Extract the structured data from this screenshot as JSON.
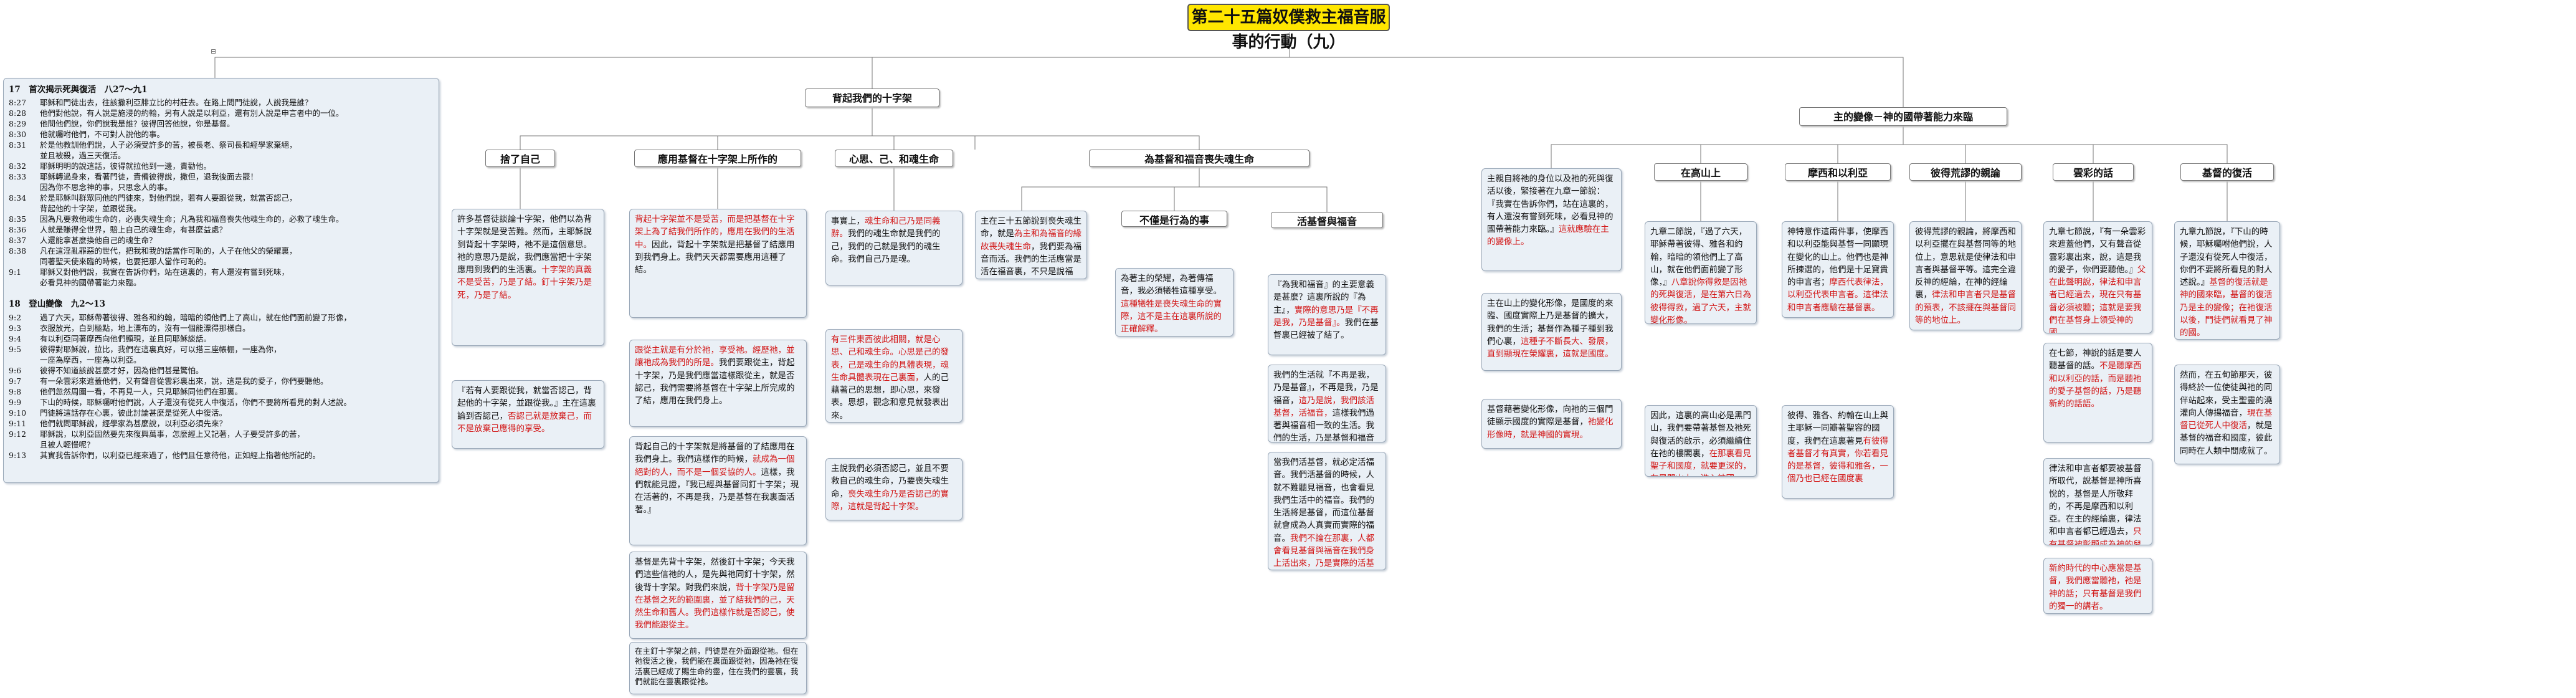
{
  "title": "第二十五篇奴僕救主福音服事的行動（九）",
  "branches": {
    "cross": "背起我們的十字架",
    "transfig": "主的變像－神的國帶著能力來臨"
  },
  "subs": {
    "deny": "捨了自己",
    "apply": "應用基督在十字架上所作的",
    "soul": "心思、己、和魂生命",
    "lose": "為基督和福音喪失魂生命",
    "notsee": "不僅是行為的事",
    "live": "活基督與福音",
    "mountain": "在高山上",
    "mosesElijah": "摩西和以利亞",
    "peter": "彼得荒謬的親論",
    "cloud": "雲彩的話",
    "death": "基督的復活"
  },
  "outline": {
    "sec17": "17　首次揭示死與復活　八27～九1",
    "rows17": [
      [
        "8:27",
        "耶穌和門徒出去，往該撒利亞腓立比的村莊去。在路上問門徒說，人說我是誰？"
      ],
      [
        "8:28",
        "他們對他說，有人說是施浸的約翰，另有人說是以利亞，還有別人說是申言者中的一位。"
      ],
      [
        "8:29",
        "他問他們說，你們說我是誰？彼得回答他說，你是基督。"
      ],
      [
        "8:30",
        "他就囑咐他們，不可對人說他的事。"
      ],
      [
        "8:31",
        "於是他教訓他們說，人子必須受許多的苦，被長老、祭司長和經學家棄絕，"
      ],
      [
        "",
        "並且被殺，過三天復活。"
      ],
      [
        "8:32",
        "耶穌明明的說這話，彼得就拉他到一邊，責勸他。"
      ],
      [
        "8:33",
        "耶穌轉過身來，看著門徒，責備彼得說，撒但，退我後面去罷！"
      ],
      [
        "",
        "因為你不思念神的事，只思念人的事。"
      ],
      [
        "8:34",
        "於是耶穌叫群眾同他的門徒來，對他們說，若有人要跟從我，就當否認己，"
      ],
      [
        "",
        "背起他的十字架，並跟從我。"
      ],
      [
        "8:35",
        "因為凡要救他魂生命的，必喪失魂生命；凡為我和福音喪失他魂生命的，必救了魂生命。"
      ],
      [
        "8:36",
        "人就是賺得全世界，賠上自己的魂生命，有甚麼益處？"
      ],
      [
        "8:37",
        "人還能拿甚麼換他自己的魂生命？"
      ],
      [
        "8:38",
        "凡在這淫亂罪惡的世代，把我和我的話當作可恥的，人子在他父的榮耀裏，"
      ],
      [
        "",
        "同著聖天使來臨的時候，也要把那人當作可恥的。"
      ],
      [
        "9:1",
        "耶穌又對他們說，我實在告訴你們，站在這裏的，有人還沒有嘗到死味，"
      ],
      [
        "",
        "必看見神的國帶著能力來臨。"
      ]
    ],
    "sec18": "18　登山變像　九2～13",
    "rows18": [
      [
        "9:2",
        "過了六天，耶穌帶著彼得、雅各和約翰，暗暗的領他們上了高山，就在他們面前變了形像，"
      ],
      [
        "9:3",
        "衣服放光，白到極點，地上漂布的，沒有一個能漂得那樣白。"
      ],
      [
        "9:4",
        "有以利亞同著摩西向他們顯現，並且同耶穌談話。"
      ],
      [
        "9:5",
        "彼得對耶穌說，拉比，我們在這裏真好，可以搭三座帳棚，一座為你，"
      ],
      [
        "",
        "一座為摩西，一座為以利亞。"
      ],
      [
        "9:6",
        "彼得不知道該說甚麼才好，因為他們甚是驚怕。"
      ],
      [
        "9:7",
        "有一朵雲彩來遮蓋他們，又有聲音從雲彩裏出來，說，這是我的愛子，你們要聽他。"
      ],
      [
        "9:8",
        "他們忽然周圍一看，不再見一人，只見耶穌同他們在那裏。"
      ],
      [
        "9:9",
        "下山的時候，耶穌囑咐他們說，人子還沒有從死人中復活，你們不要將所看見的對人述說。"
      ],
      [
        "9:10",
        "門徒將這話存在心裏，彼此討論甚麼是從死人中復活。"
      ],
      [
        "9:11",
        "他們就問耶穌說，經學家為甚麼說，以利亞必須先來？"
      ],
      [
        "9:12",
        "耶穌說，以利亞固然要先來復興萬事，怎麼經上又記著，人子要受許多的苦，"
      ],
      [
        "",
        "且被人輕慢呢？"
      ],
      [
        "9:13",
        "其實我告訴你們，以利亞已經來過了，他們且任意待他，正如經上指著他所記的。"
      ]
    ]
  },
  "cards": {
    "c1": "許多基督徒談論十字架，他們以為背十字架就是受苦難。然而，主耶穌說到背起十字架時，祂不是這個意思。祂的意思乃是說，我們應當把十字架應用到我們的生活裏。",
    "c1r": "十字架的真義不是受苦，乃是了結。釘十字架乃是死，乃是了結。",
    "c2": "『若有人要跟從我，就當否認己，背起他的十字架，並跟從我。』主在這裏論到否認己，",
    "c2r": "否認己就是放棄己，而不是放棄己應得的享受。",
    "c3r": "背起十字架並不是受苦，而是把基督在十字架上為了結我們所作的，應用在我們的生活中。",
    "c3": "因此，背起十字架就是把基督了結應用到我們身上。我們天天都需要應用這種了結。",
    "c4r": "跟從主就是有分於祂，享受祂。經歷祂，並讓祂成為我們的所是。",
    "c4": "我們要跟從主，背起十字架，乃是我們應當這樣跟從主，就是否認己，我們需要將基督在十字架上所完成的了結，應用在我們身上。",
    "c5": "背起自己的十字架就是將基督的了結應用在我們身上。我們這樣作的時候，",
    "c5r": "就成為一個絕對的人，而不是一個妥協的人。",
    "c5b": "這樣，我們就能見證，『我已經與基督同釘十字架；現在活著的，不再是我，乃是基督在我裏面活著。』",
    "c6": "基督是先背十字架，然後釘十字架；今天我們這些信祂的人，是先與祂同釘十字架，然後背十字架。對我們來說，",
    "c6r": "背十字架乃是留在基督之死的範圍裏，並了結我們的己，天然生命和舊人。我們這樣作就是否認己，使我們能跟從主。",
    "c7": "在主釘十字架之前，門徒是在外面跟從祂。但在祂復活之後，我們能在裏面跟從祂，因為祂在復活裏已經成了賜生命的靈，住在我們的靈裏，我們就能在靈裏跟從祂。",
    "c8": "事實上，",
    "c8r": "魂生命和己乃是同義辭。",
    "c8b": "我們的魂生命就是我們的己，我們的己就是我們的魂生命。我們自己乃是魂。",
    "c9r": "有三件東西彼此相關，就是心思、己和魂生命。心思是己的發表，己是魂生命的具體表現，魂生命具體表現在己裏面，",
    "c9": "人的己藉著己的思想，即心思，來發表。思想，觀念和意見就發表出來。",
    "c10": "主說我們必須否認己，並且不要救自己的魂生命，乃要喪失魂生命，",
    "c10r": "喪失魂生命乃是否認己的實際，這就是背起十字架。",
    "c11": "主在三十五節說到喪失魂生命，就是",
    "c11r": "為主和為福音的緣故喪失魂生命",
    "c11b": "，我們要為福音而活。我們的生活應當是活在福音裏，不只是說福音。",
    "c12": "為著主的榮耀，為著傳福音，我必須犧牲這種享受。",
    "c12r": "這種犧牲是喪失魂生命的實際，這不是主在這裏所說的正確解釋。",
    "c13": "『為我和福音』的主要意義是甚麼？這裏所說的『為主』，",
    "c13r": "實際的意思乃是『不再是我，乃是基督』。",
    "c13b": "我們在基督裏已經被了結了。",
    "c14": "我們的生活就『不再是我，乃是基督』，不再是我，乃是福音，",
    "c14r": "這乃是說，我們該活基督，活福音，",
    "c14b": "這樣我們過著與福音相一致的生活。我們的生活，乃是基督和福音的實際。",
    "c15": "當我們活基督，就必定活福音。我們活基督的時候，人就不難聽見福音，也會看見我們生活中的福音。我們的生活將是基督，而這位基督就會成為人真實而實際的福音。",
    "c15r": "我們不論在那裏，人都會看見基督與福音在我們身上活出來，乃是實際的活基督。",
    "c16": "主親自將祂的身位以及祂的死與復活以後，緊接著在九章一節說：『我實在告訴你們，站在這裏的，有人還沒有嘗到死味，必看見神的國帶著能力來臨。』",
    "c16r": "這就應驗在主的變像上。",
    "c17": "主在山上的變化形像，是國度的來臨、國度實際上乃是基督的擴大，我們的生活；基督作為種子種到我們心裏，",
    "c17r": "這種子不斷長大、發展，直到顯現在榮耀裏，這就是國度。",
    "c18": "基督藉著變化形像，向祂的三個門徒顯示國度的實際是基督，",
    "c18r": "祂變化形像時，就是神國的實現。",
    "c19": "九章二節說，『過了六天，耶穌帶著彼得、雅各和約翰，暗暗的領他們上了高山，就在他們面前變了形像，』",
    "c19r": "八章說你得救是因祂的死與復活，是在第六日為彼得得救，過了六天，主就變化形像。",
    "c20": "因此，這裏的高山必是黑門山，我們要帶著基督及祂死與復活的啟示，必須繼續住在祂的樓閣裏，",
    "c20r": "在那裏看見聖子和國度，就要更深的，在黑門山上，進入神國。",
    "c21": "神特意作這兩件事，使摩西和以利亞能與基督一同顯現在變化的山上。他們也是神所揀選的，他們是十足寶貴的申言者；",
    "c21r": "摩西代表律法，以利亞代表申言者。這律法和申言者應驗在基督裏。",
    "c22": "彼得、雅各、約翰在山上與主耶穌一同瓣著聖容的國度，我們在這裏著見",
    "c22r": "有彼得者基督才有真實，你若看見的是基督，彼得和雅各，一個乃也已經在國度裏",
    "c23": "彼得荒謬的親論，將摩西和以利亞擺在與基督同等的地位上，意思就是使律法和申言者與基督平等。這完全違反神的經綸，在神的經綸裏，",
    "c23r": "律法和申言者只是基督的預表，不該擺在與基督同等的地位上。",
    "c24": "九章七節說，『有一朵雲彩來遮蓋他們，又有聲音從雲彩裏出來，說，這是我的愛子，你們要聽他。』",
    "c24r": "父在此聲明說，律法和申言者已經過去，現在只有基督必須被聽；這就是要我們在基督身上領受神的國。",
    "c25": "在七節，神說的話是要人聽基督的話。",
    "c25r": "不是聽摩西和以利亞的話，而是聽祂的愛子基督的話，乃是聽新約的話語。",
    "c26": "律法和申言者都要被基督所取代，說基督是神所喜悅的，基督是人所敬拜的，不再是摩西和以利亞。在主的經綸裏，律法和申言者都已經過去，",
    "c26r": "只有基督被彰顯成為神的兒子。",
    "c27r": "新約時代的中心應當是基督，我們應當聽祂，祂是神的話；只有基督是我們的獨一的講者。",
    "c28": "九章九節說，『下山的時候，耶穌囑咐他們說，人子還沒有從死人中復活，你們不要將所看見的對人述說。』",
    "c28r": "基督的復活就是神的國來臨，基督的復活乃是主的變像；在祂復活以後，門徒們就看見了神的國。",
    "c29": "然而，在五旬節那天，彼得終於一位使徒與祂的同伴站起來，受主聖靈的澆灌向人傳揚福音，",
    "c29r": "現在基督已從死人中復活",
    "c29b": "，就是基督的福音和國度，彼此同時在人類中間成就了。"
  }
}
